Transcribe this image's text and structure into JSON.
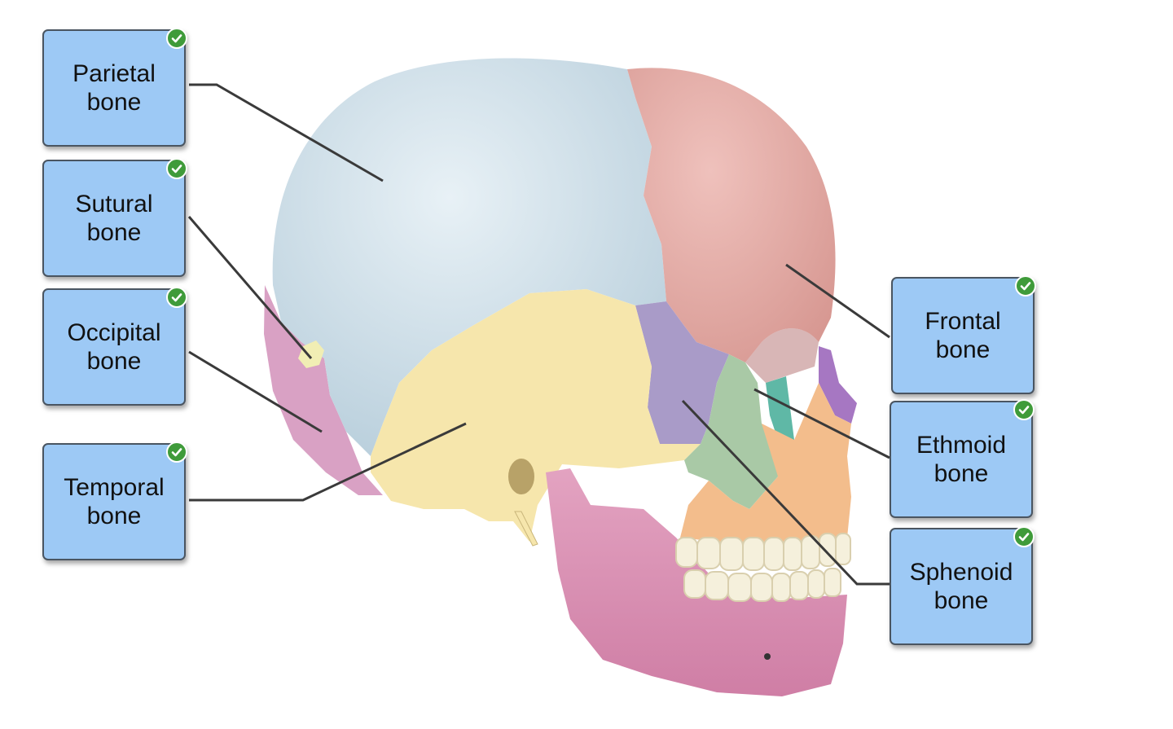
{
  "colors": {
    "label_fill": "#9dc9f5",
    "label_border": "#4a5561",
    "check_green": "#3f9b3a",
    "parietal": "#cfe0ea",
    "frontal": "#e5aaa6",
    "temporal": "#f6e6ac",
    "occipital": "#d9a1c4",
    "sphenoid": "#a99bc8",
    "ethmoid": "#5fb8a6",
    "zygomatic": "#a9c9a6",
    "maxilla": "#f3bd8c",
    "mandible": "#d98db0",
    "nasal": "#a677c2",
    "teeth": "#f5f0dc",
    "leader": "#3a3a3a"
  },
  "labels": [
    {
      "id": "parietal",
      "text": "Parietal\nbone",
      "status": "correct",
      "icon": "check-icon"
    },
    {
      "id": "sutural",
      "text": "Sutural\nbone",
      "status": "correct",
      "icon": "check-icon"
    },
    {
      "id": "occipital",
      "text": "Occipital\nbone",
      "status": "correct",
      "icon": "check-icon"
    },
    {
      "id": "temporal",
      "text": "Temporal\nbone",
      "status": "correct",
      "icon": "check-icon"
    },
    {
      "id": "frontal",
      "text": "Frontal\nbone",
      "status": "correct",
      "icon": "check-icon"
    },
    {
      "id": "ethmoid",
      "text": "Ethmoid\nbone",
      "status": "correct",
      "icon": "check-icon"
    },
    {
      "id": "sphenoid",
      "text": "Sphenoid\nbone",
      "status": "correct",
      "icon": "check-icon"
    }
  ]
}
